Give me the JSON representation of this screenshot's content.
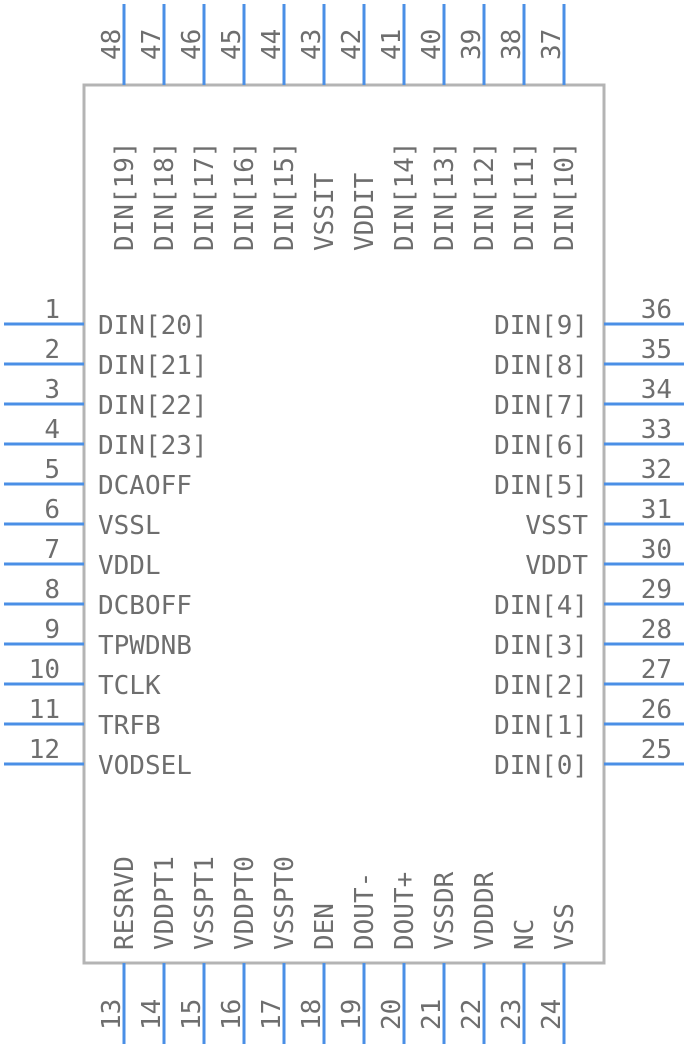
{
  "component": {
    "left_pins": [
      {
        "num": "1",
        "name": "DIN[20]"
      },
      {
        "num": "2",
        "name": "DIN[21]"
      },
      {
        "num": "3",
        "name": "DIN[22]"
      },
      {
        "num": "4",
        "name": "DIN[23]"
      },
      {
        "num": "5",
        "name": "DCAOFF"
      },
      {
        "num": "6",
        "name": "VSSL"
      },
      {
        "num": "7",
        "name": "VDDL"
      },
      {
        "num": "8",
        "name": "DCBOFF"
      },
      {
        "num": "9",
        "name": "TPWDNB"
      },
      {
        "num": "10",
        "name": "TCLK"
      },
      {
        "num": "11",
        "name": "TRFB"
      },
      {
        "num": "12",
        "name": "VODSEL"
      }
    ],
    "bottom_pins": [
      {
        "num": "13",
        "name": "RESRVD"
      },
      {
        "num": "14",
        "name": "VDDPT1"
      },
      {
        "num": "15",
        "name": "VSSPT1"
      },
      {
        "num": "16",
        "name": "VDDPT0"
      },
      {
        "num": "17",
        "name": "VSSPT0"
      },
      {
        "num": "18",
        "name": "DEN"
      },
      {
        "num": "19",
        "name": "DOUT-"
      },
      {
        "num": "20",
        "name": "DOUT+"
      },
      {
        "num": "21",
        "name": "VSSDR"
      },
      {
        "num": "22",
        "name": "VDDDR"
      },
      {
        "num": "23",
        "name": "NC"
      },
      {
        "num": "24",
        "name": "VSS"
      }
    ],
    "right_pins": [
      {
        "num": "25",
        "name": "DIN[0]"
      },
      {
        "num": "26",
        "name": "DIN[1]"
      },
      {
        "num": "27",
        "name": "DIN[2]"
      },
      {
        "num": "28",
        "name": "DIN[3]"
      },
      {
        "num": "29",
        "name": "DIN[4]"
      },
      {
        "num": "30",
        "name": "VDDT"
      },
      {
        "num": "31",
        "name": "VSST"
      },
      {
        "num": "32",
        "name": "DIN[5]"
      },
      {
        "num": "33",
        "name": "DIN[6]"
      },
      {
        "num": "34",
        "name": "DIN[7]"
      },
      {
        "num": "35",
        "name": "DIN[8]"
      },
      {
        "num": "36",
        "name": "DIN[9]"
      }
    ],
    "top_pins": [
      {
        "num": "37",
        "name": "DIN[10]"
      },
      {
        "num": "38",
        "name": "DIN[11]"
      },
      {
        "num": "39",
        "name": "DIN[12]"
      },
      {
        "num": "40",
        "name": "DIN[13]"
      },
      {
        "num": "41",
        "name": "DIN[14]"
      },
      {
        "num": "42",
        "name": "VDDIT"
      },
      {
        "num": "43",
        "name": "VSSIT"
      },
      {
        "num": "44",
        "name": "DIN[15]"
      },
      {
        "num": "45",
        "name": "DIN[16]"
      },
      {
        "num": "46",
        "name": "DIN[17]"
      },
      {
        "num": "47",
        "name": "DIN[18]"
      },
      {
        "num": "48",
        "name": "DIN[19]"
      }
    ],
    "colors": {
      "pin": "#4a8fe6",
      "outline": "#b4b4b4",
      "text": "#6e6e6e"
    }
  }
}
